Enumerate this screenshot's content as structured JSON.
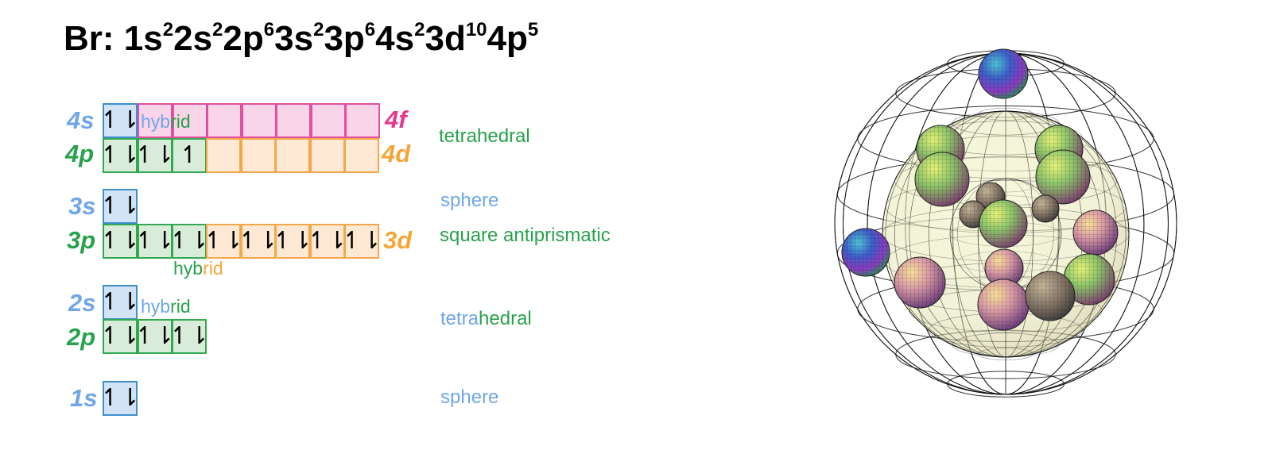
{
  "formula": {
    "prefix": "Br: ",
    "terms": [
      {
        "orb": "1s",
        "e": "2"
      },
      {
        "orb": "2s",
        "e": "2"
      },
      {
        "orb": "2p",
        "e": "6"
      },
      {
        "orb": "3s",
        "e": "2"
      },
      {
        "orb": "3p",
        "e": "6"
      },
      {
        "orb": "4s",
        "e": "2"
      },
      {
        "orb": "3d",
        "e": "10"
      },
      {
        "orb": "4p",
        "e": "5"
      }
    ]
  },
  "labels": {
    "s4": "4s",
    "p4": "4p",
    "f4": "4f",
    "d4": "4d",
    "s3": "3s",
    "p3": "3p",
    "d3": "3d",
    "s2": "2s",
    "p2": "2p",
    "s1": "1s"
  },
  "hybrid_text": {
    "shell4": [
      "hyb",
      "rid"
    ],
    "shell3": [
      "hyb",
      "rid"
    ],
    "shell2": [
      "hyb",
      "rid"
    ]
  },
  "geometry": {
    "shell4": "tetrahedral",
    "s3": "sphere",
    "p3": "square antiprismatic",
    "shell2": [
      "tetra",
      "hedral"
    ],
    "s1": "sphere"
  },
  "orbital_boxes": {
    "s4": [
      "↿⇂"
    ],
    "f4": [
      "",
      "",
      "",
      "",
      "",
      "",
      ""
    ],
    "p4": [
      "↿⇂",
      "↿⇂",
      "↿"
    ],
    "d4": [
      "",
      "",
      "",
      "",
      ""
    ],
    "s3": [
      "↿⇂"
    ],
    "p3": [
      "↿⇂",
      "↿⇂",
      "↿⇂"
    ],
    "d3": [
      "↿⇂",
      "↿⇂",
      "↿⇂",
      "↿⇂",
      "↿⇂"
    ],
    "s2": [
      "↿⇂"
    ],
    "p2": [
      "↿⇂",
      "↿⇂",
      "↿⇂"
    ],
    "s1": [
      "↿⇂"
    ]
  },
  "colors": {
    "s": "#6fa6e8",
    "p": "#28a24c",
    "d": "#f4a637",
    "f": "#e6388e"
  },
  "atom_model": {
    "electron_count": 35,
    "shells": 4,
    "style": "wireframe spheres with colored electron balls"
  }
}
